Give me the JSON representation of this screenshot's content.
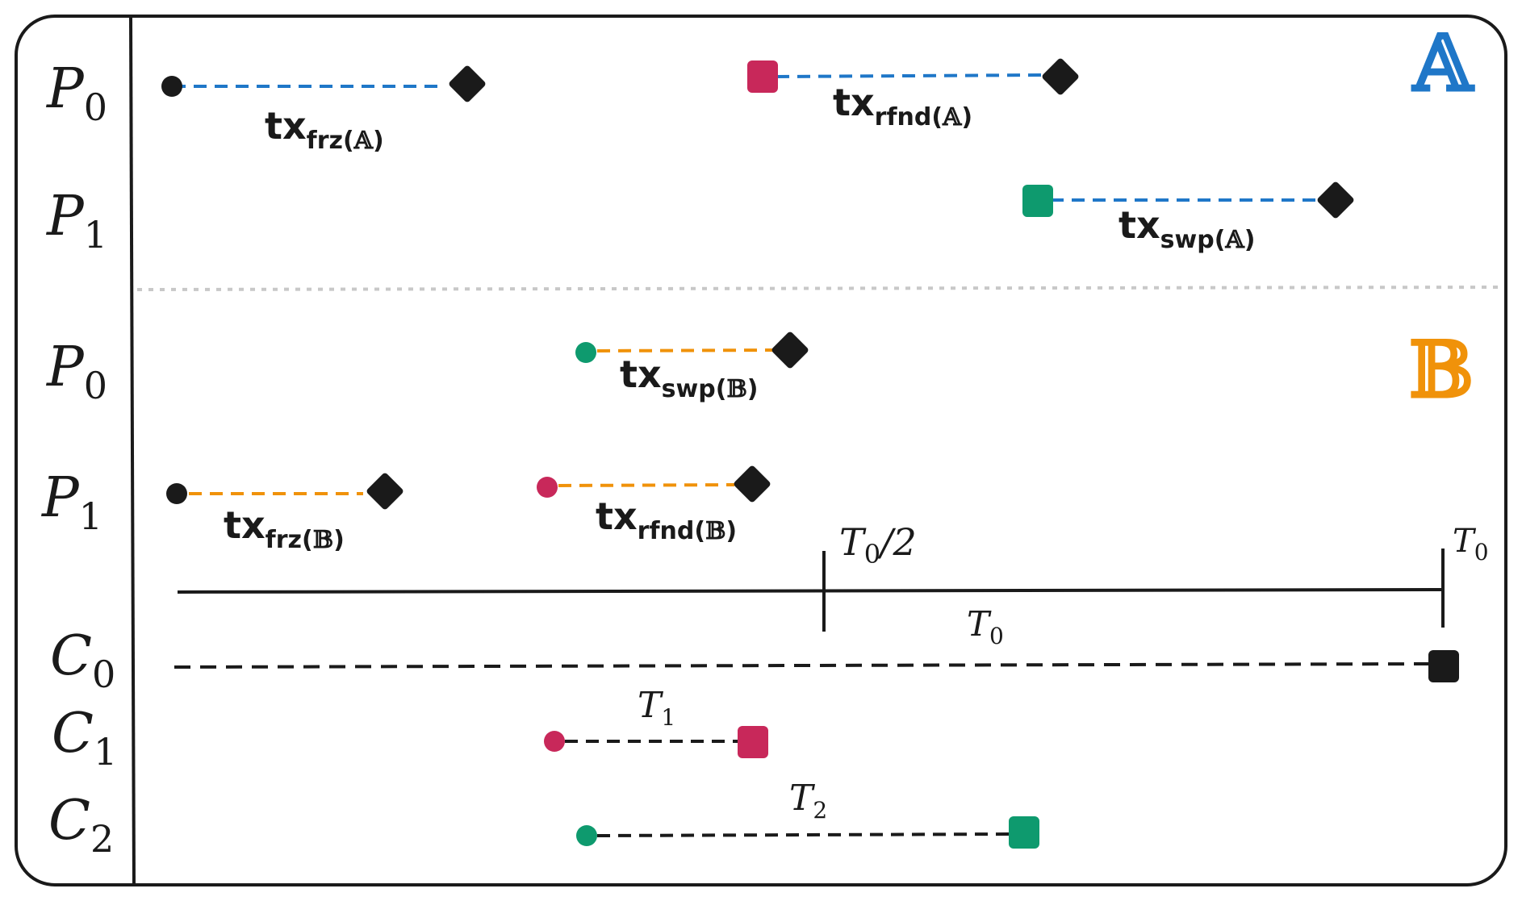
{
  "colors": {
    "chain_a": "#1f77c8",
    "chain_b": "#f0920a",
    "black": "#1a1a1a",
    "red": "#c8285a",
    "green": "#0e9a6e",
    "divider": "#c8c8c8"
  },
  "chains": {
    "a_label": "𝔸",
    "b_label": "𝔹"
  },
  "rows": {
    "p0_a": {
      "base": "P",
      "sub": "0"
    },
    "p1_a": {
      "base": "P",
      "sub": "1"
    },
    "p0_b": {
      "base": "P",
      "sub": "0"
    },
    "p1_b": {
      "base": "P",
      "sub": "1"
    },
    "c0": {
      "base": "C",
      "sub": "0"
    },
    "c1": {
      "base": "C",
      "sub": "1"
    },
    "c2": {
      "base": "C",
      "sub": "2"
    }
  },
  "transactions": {
    "frz_a": {
      "base": "tx",
      "sub": "frz(",
      "chain": "𝔸",
      "close": ")"
    },
    "rfnd_a": {
      "base": "tx",
      "sub": "rfnd(",
      "chain": "𝔸",
      "close": ")"
    },
    "swp_a": {
      "base": "tx",
      "sub": "swp(",
      "chain": "𝔸",
      "close": ")"
    },
    "swp_b": {
      "base": "tx",
      "sub": "swp(",
      "chain": "𝔹",
      "close": ")"
    },
    "frz_b": {
      "base": "tx",
      "sub": "frz(",
      "chain": "𝔹",
      "close": ")"
    },
    "rfnd_b": {
      "base": "tx",
      "sub": "rfnd(",
      "chain": "𝔹",
      "close": ")"
    }
  },
  "timeline": {
    "half": {
      "base": "T",
      "sub": "0",
      "suffix": "/2"
    },
    "end": {
      "base": "T",
      "sub": "0"
    },
    "span": {
      "base": "T",
      "sub": "0"
    }
  },
  "timeouts": {
    "t1": {
      "base": "T",
      "sub": "1"
    },
    "t2": {
      "base": "T",
      "sub": "2"
    }
  }
}
